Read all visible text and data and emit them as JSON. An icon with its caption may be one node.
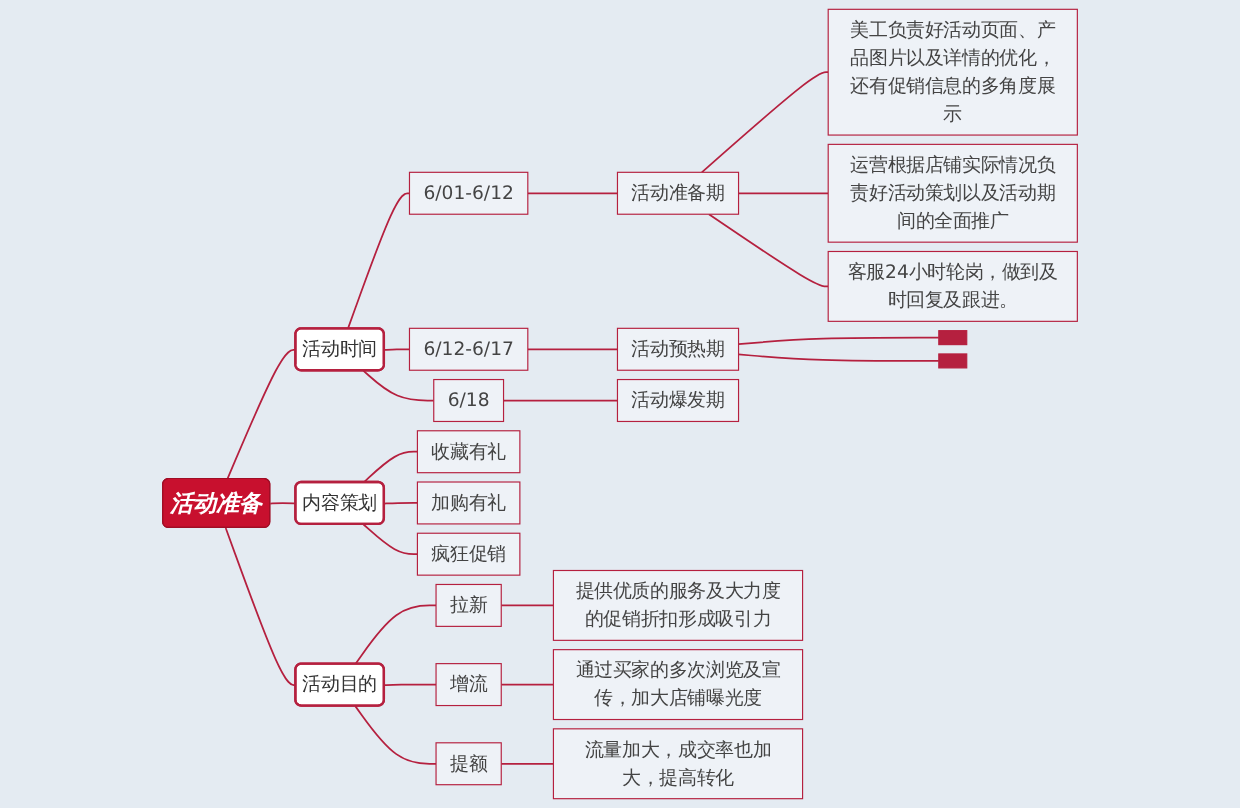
{
  "diagram": {
    "nodes": [
      {
        "text": [
          "活动准备"
        ]
      },
      {
        "text": [
          "活动时间"
        ]
      },
      {
        "text": [
          "6/01-6/12"
        ]
      },
      {
        "text": [
          "活动准备期"
        ]
      },
      {
        "text": [
          "美工负责好活动页面、产品图片以及详情的优化，还有促销信息的多角度展示"
        ]
      },
      {
        "text": [
          "运营根据店铺实际情况负责好活动策划以及活动期间的全面推广"
        ]
      },
      {
        "text": [
          "客服24小时轮岗，做到及时回复及跟进。"
        ]
      },
      {
        "text": [
          "6/12-6/17"
        ]
      },
      {
        "text": [
          "活动预热期"
        ]
      },
      {
        "text": [],
        "shape": "bar"
      },
      {
        "text": [],
        "shape": "bar"
      },
      {
        "text": [
          "6/18"
        ]
      },
      {
        "text": [
          "活动爆发期"
        ]
      },
      {
        "text": [
          "内容策划"
        ]
      },
      {
        "text": [
          "收藏有礼"
        ]
      },
      {
        "text": [
          "加购有礼"
        ]
      },
      {
        "text": [
          "疯狂促销"
        ]
      },
      {
        "text": [
          "活动目的"
        ]
      },
      {
        "text": [
          "拉新"
        ]
      },
      {
        "text": [
          "提供优质的服务及大力度的促销折扣形成吸引力"
        ]
      },
      {
        "text": [
          "增流"
        ]
      },
      {
        "text": [
          "通过买家的多次浏览及宣传，加大店铺曝光度"
        ]
      },
      {
        "text": [
          "提额"
        ]
      },
      {
        "text": [
          "流量加大，成交率也加大，提高转化"
        ]
      }
    ],
    "edges": [
      {
        "from": 0,
        "to": 1,
        "arrow": "none"
      },
      {
        "from": 1,
        "to": 2,
        "arrow": "none"
      },
      {
        "from": 2,
        "to": 3,
        "arrow": "none"
      },
      {
        "from": 3,
        "to": 4,
        "arrow": "none"
      },
      {
        "from": 3,
        "to": 5,
        "arrow": "none"
      },
      {
        "from": 3,
        "to": 6,
        "arrow": "none"
      },
      {
        "from": 1,
        "to": 7,
        "arrow": "none"
      },
      {
        "from": 7,
        "to": 8,
        "arrow": "none"
      },
      {
        "from": 8,
        "to": 9,
        "arrow": "none"
      },
      {
        "from": 8,
        "to": 10,
        "arrow": "none"
      },
      {
        "from": 1,
        "to": 11,
        "arrow": "none"
      },
      {
        "from": 11,
        "to": 12,
        "arrow": "none"
      },
      {
        "from": 0,
        "to": 13,
        "arrow": "none"
      },
      {
        "from": 13,
        "to": 14,
        "arrow": "none"
      },
      {
        "from": 13,
        "to": 15,
        "arrow": "none"
      },
      {
        "from": 13,
        "to": 16,
        "arrow": "none"
      },
      {
        "from": 0,
        "to": 17,
        "arrow": "none"
      },
      {
        "from": 17,
        "to": 18,
        "arrow": "none"
      },
      {
        "from": 18,
        "to": 19,
        "arrow": "none"
      },
      {
        "from": 17,
        "to": 20,
        "arrow": "none"
      },
      {
        "from": 20,
        "to": 21,
        "arrow": "none"
      },
      {
        "from": 17,
        "to": 22,
        "arrow": "none"
      },
      {
        "from": 22,
        "to": 23,
        "arrow": "none"
      }
    ]
  }
}
